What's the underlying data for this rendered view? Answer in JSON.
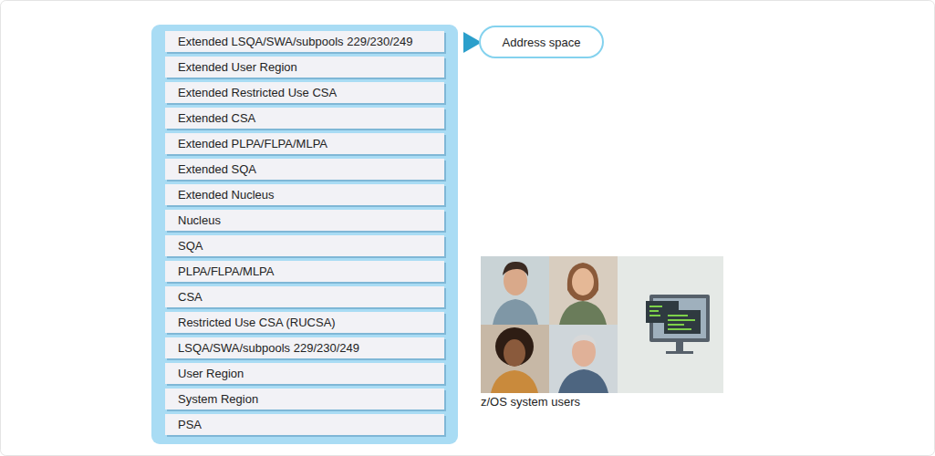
{
  "diagram": {
    "nodes": [
      {
        "text": [
          "Extended LSQA/SWA/subpools 229/230/249"
        ]
      },
      {
        "text": [
          "Extended User Region"
        ]
      },
      {
        "text": [
          "Extended Restricted Use CSA"
        ]
      },
      {
        "text": [
          "Extended CSA"
        ]
      },
      {
        "text": [
          "Extended PLPA/FLPA/MLPA"
        ]
      },
      {
        "text": [
          "Extended SQA"
        ]
      },
      {
        "text": [
          "Extended Nucleus"
        ]
      },
      {
        "text": [
          "Nucleus"
        ]
      },
      {
        "text": [
          "SQA"
        ]
      },
      {
        "text": [
          "PLPA/FLPA/MLPA"
        ]
      },
      {
        "text": [
          "CSA"
        ]
      },
      {
        "text": [
          "Restricted Use CSA (RUCSA)"
        ]
      },
      {
        "text": [
          "LSQA/SWA/subpools 229/230/249"
        ]
      },
      {
        "text": [
          "User Region"
        ]
      },
      {
        "text": [
          "System Region"
        ]
      },
      {
        "text": [
          "PSA"
        ]
      },
      {
        "text": [
          "Address space"
        ]
      }
    ],
    "labels": [
      "z/OS system users"
    ]
  }
}
